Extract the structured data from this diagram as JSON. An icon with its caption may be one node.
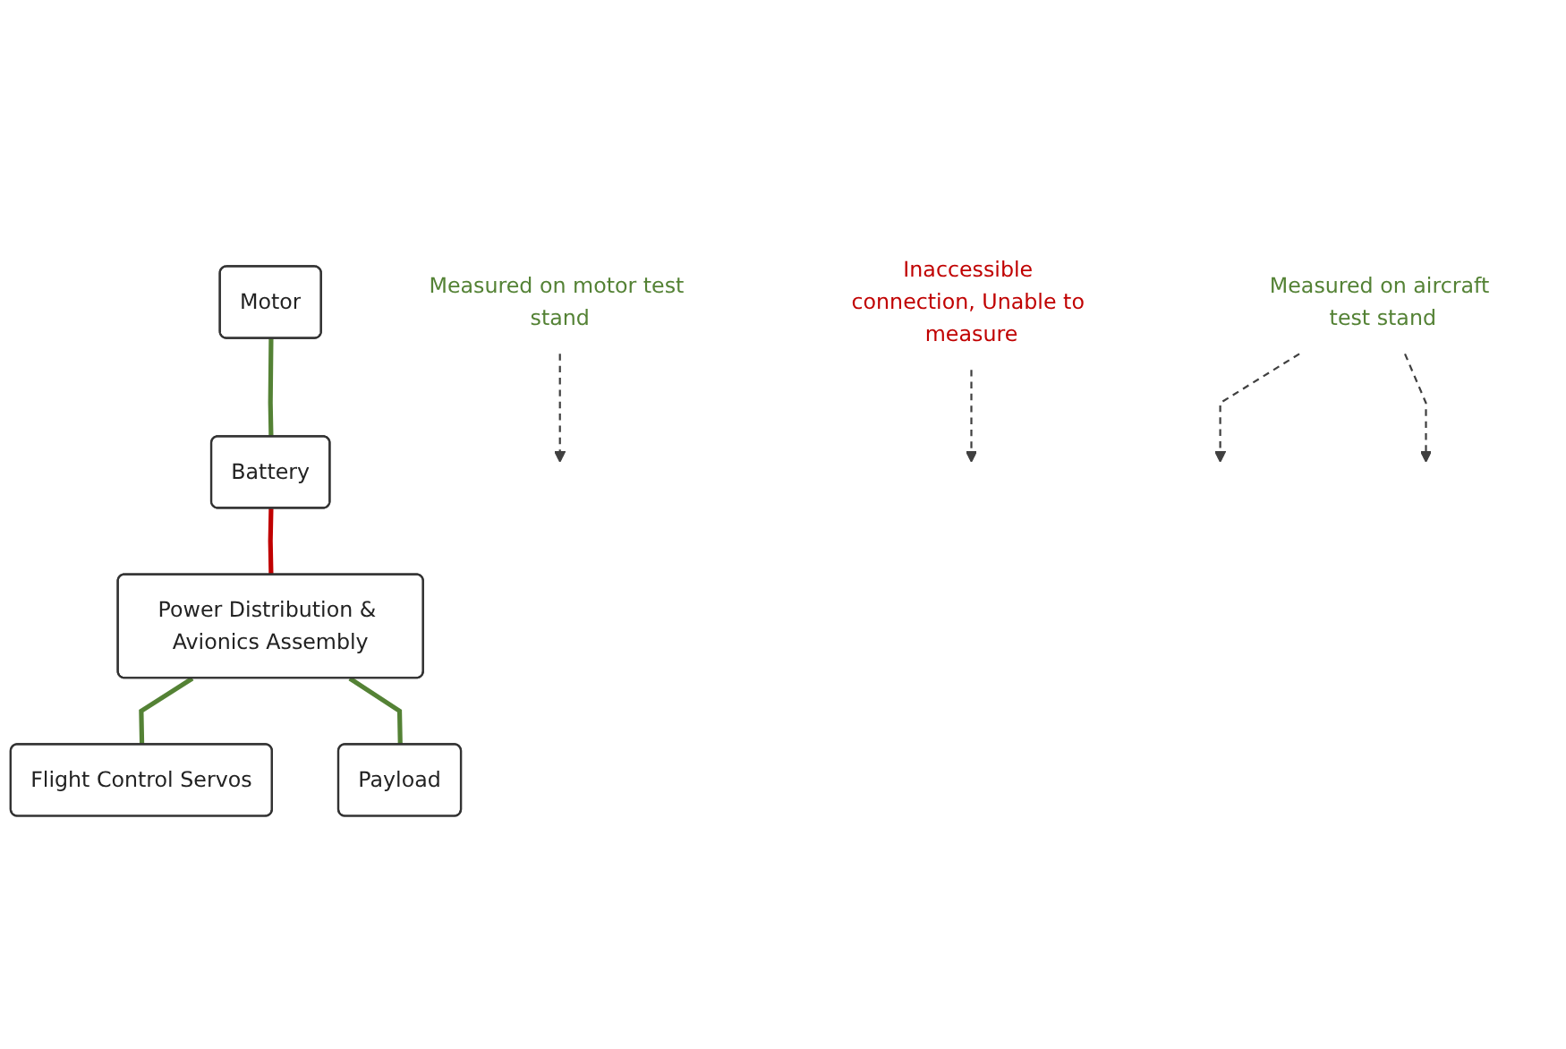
{
  "diagram": {
    "nodes": [
      {
        "text": [
          "Battery"
        ]
      },
      {
        "text": [
          "Motor"
        ]
      },
      {
        "text": [
          "Power Distribution & Avionics Assembly"
        ]
      },
      {
        "text": [
          "Flight Control Servos"
        ]
      },
      {
        "text": [
          "Payload"
        ]
      },
      {
        "text": [
          "Measured on motor test stand"
        ]
      },
      {
        "text": [
          "Inaccessible connection, Unable to measure"
        ]
      },
      {
        "text": [
          "Measured on aircraft test stand"
        ]
      }
    ],
    "edges": [
      {
        "from": 1,
        "to": 0,
        "arrow": "none"
      },
      {
        "from": 0,
        "to": 2,
        "arrow": "none",
        "color": "#c00000"
      },
      {
        "from": 2,
        "to": 3,
        "arrow": "none"
      },
      {
        "from": 2,
        "to": 4,
        "arrow": "none"
      },
      {
        "from": 5,
        "to": null,
        "arrow": "to",
        "style": "dashed",
        "color": "#404040"
      },
      {
        "from": 6,
        "to": null,
        "arrow": "to",
        "style": "dashed",
        "color": "#404040"
      },
      {
        "from": 7,
        "to": null,
        "arrow": "to",
        "style": "dashed",
        "color": "#404040"
      },
      {
        "from": 7,
        "to": null,
        "arrow": "to",
        "style": "dashed",
        "color": "#404040"
      }
    ]
  }
}
